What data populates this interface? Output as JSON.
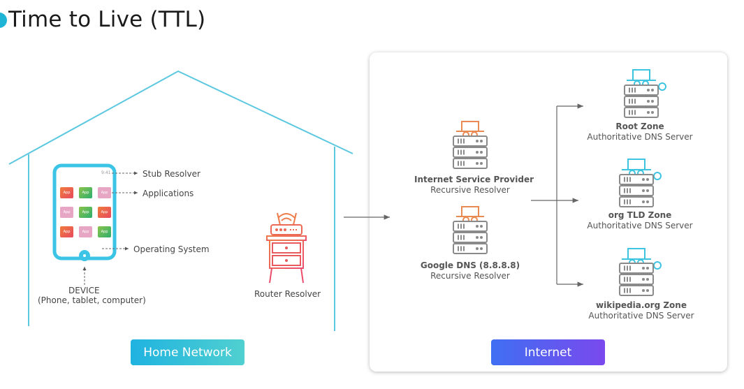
{
  "title": "Time to Live (TTL)",
  "home": {
    "stub_resolver": "Stub Resolver",
    "applications": "Applications",
    "operating_system": "Operating System",
    "device": "DEVICE",
    "device_types": "(Phone, tablet, computer)",
    "router": "Router Resolver",
    "app_label": "App",
    "button": "Home Network"
  },
  "internet": {
    "isp": {
      "name": "Internet Service Provider",
      "type": "Recursive Resolver"
    },
    "google": {
      "name": "Google DNS (8.8.8.8)",
      "type": "Recursive Resolver"
    },
    "root": {
      "name": "Root Zone",
      "type": "Authoritative DNS Server"
    },
    "org": {
      "name": "org TLD Zone",
      "type": "Authoritative DNS Server"
    },
    "wiki": {
      "name": "wikipedia.org Zone",
      "type": "Authoritative DNS Server"
    },
    "button": "Internet"
  },
  "colors": {
    "accent": "#1fb3d6",
    "recursive": "#e98a52",
    "authoritative": "#3cc4e0",
    "server_gray": "#8a8a8a"
  }
}
